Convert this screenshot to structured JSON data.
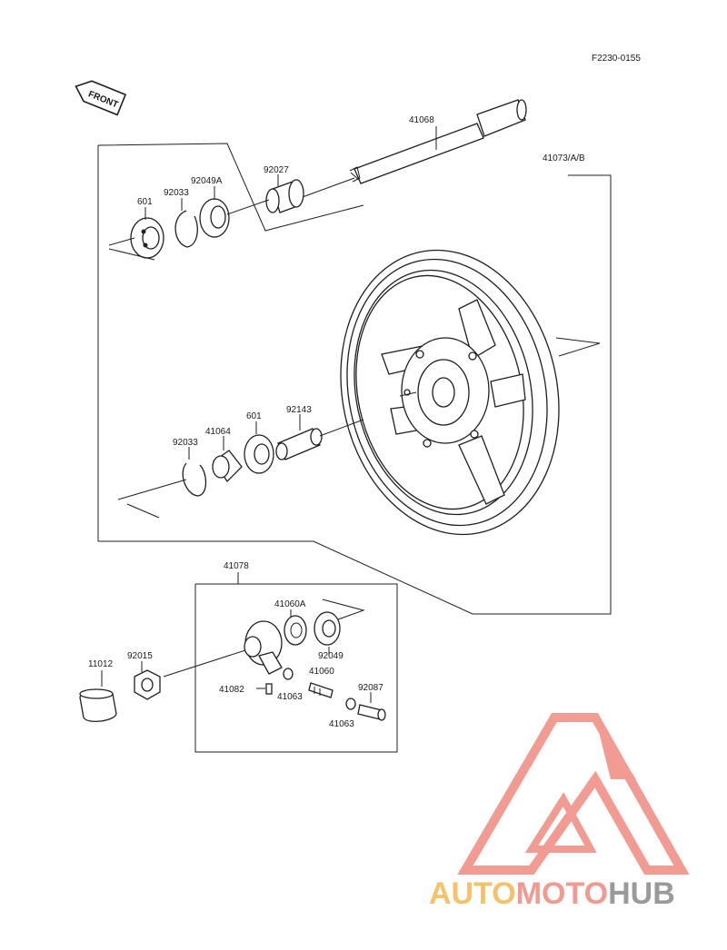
{
  "figure_code": "F2230-0155",
  "front_tag": "FRONT",
  "callouts": {
    "axle": "41068",
    "wheel": "41073/A/B",
    "collar_left": "92027",
    "seal_left": "92049A",
    "circlip_left": "92033",
    "bearing_left": "601",
    "circlip_right": "92033",
    "gear_drive": "41064",
    "bearing_right": "601",
    "spacer": "92143",
    "speedo_housing": "41078",
    "speedo_gear": "41060A",
    "speedo_seal": "92049",
    "pinion": "41060",
    "dowel": "41082",
    "washer_a": "41063",
    "washer_b": "41063",
    "bushing": "92087",
    "cap": "11012",
    "axle_nut": "92015"
  },
  "watermark": {
    "word_a": "AUTO",
    "word_b": "MOTO",
    "word_c": "HUB",
    "color_a": "#f5c16b",
    "color_b": "#f09a92",
    "color_c": "#9a9a9a",
    "logo_color": "#f08a80"
  }
}
